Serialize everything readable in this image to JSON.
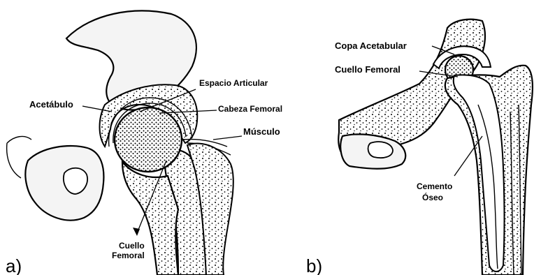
{
  "figure_a": {
    "panel_label": "a)",
    "labels": {
      "acetabulo": "Acetábulo",
      "espacio_articular": "Espacio Articular",
      "cabeza_femoral": "Cabeza Femoral",
      "musculo": "Músculo",
      "cuello_femoral_line1": "Cuello",
      "cuello_femoral_line2": "Femoral"
    }
  },
  "figure_b": {
    "panel_label": "b)",
    "labels": {
      "copa_acetabular": "Copa Acetabular",
      "cuello_femoral": "Cuello Femoral",
      "cemento_line1": "Cemento",
      "cemento_line2": "Óseo"
    }
  }
}
